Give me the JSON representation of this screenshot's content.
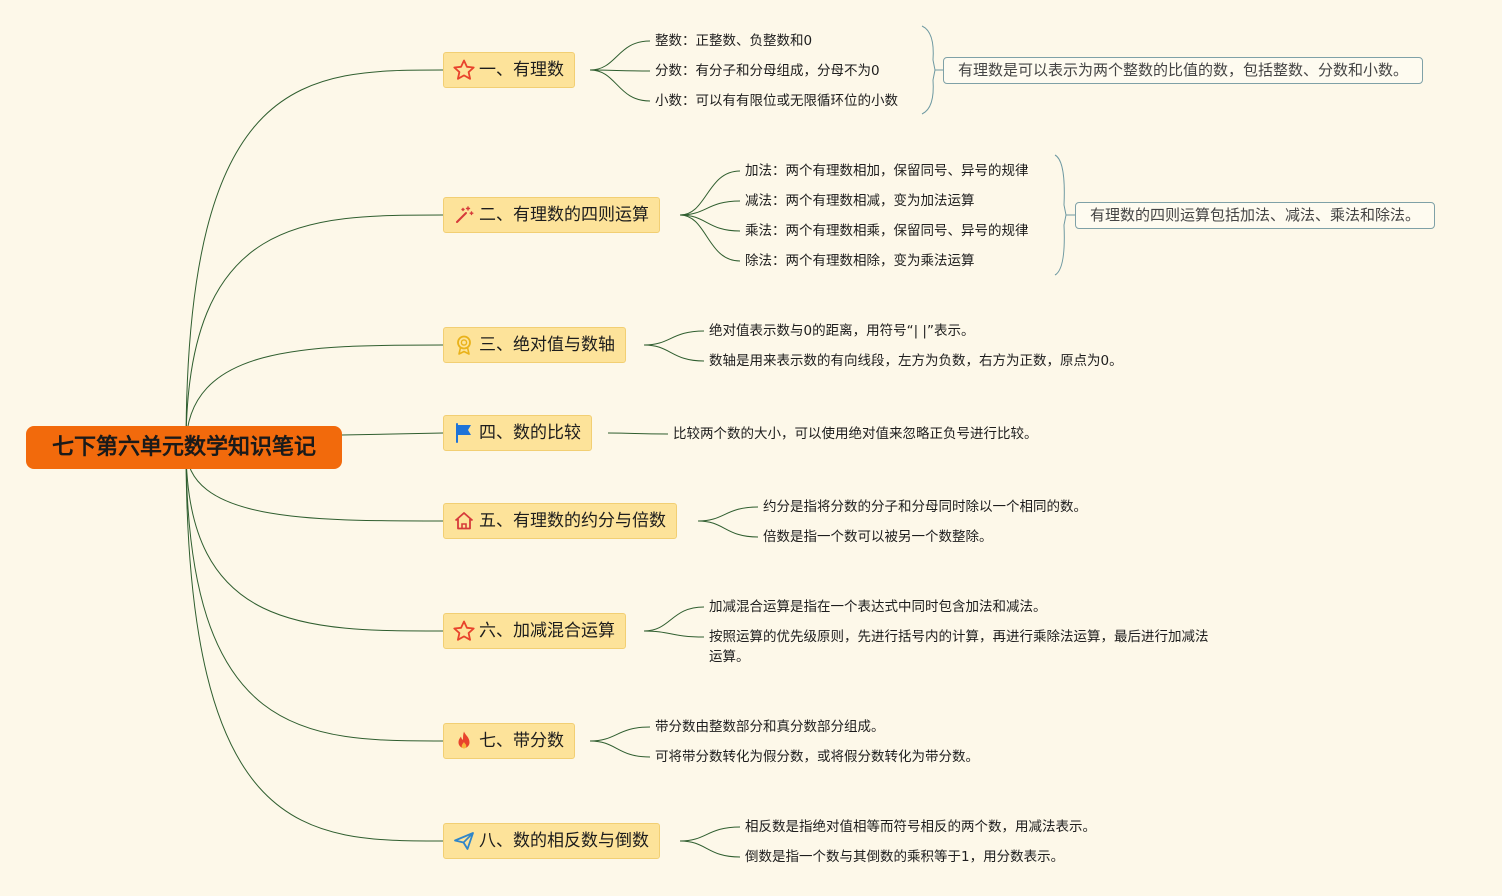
{
  "root": {
    "title": "七下第六单元数学知识笔记"
  },
  "branches": [
    {
      "label": "一、有理数",
      "icon": "star-icon",
      "items": [
        "整数：正整数、负整数和0",
        "分数：有分子和分母组成，分母不为0",
        "小数：可以有有限位或无限循环位的小数"
      ],
      "summary": "有理数是可以表示为两个整数的比值的数，包括整数、分数和小数。"
    },
    {
      "label": "二、有理数的四则运算",
      "icon": "magic-wand-icon",
      "items": [
        "加法：两个有理数相加，保留同号、异号的规律",
        "减法：两个有理数相减，变为加法运算",
        "乘法：两个有理数相乘，保留同号、异号的规律",
        "除法：两个有理数相除，变为乘法运算"
      ],
      "summary": "有理数的四则运算包括加法、减法、乘法和除法。"
    },
    {
      "label": "三、绝对值与数轴",
      "icon": "award-icon",
      "items": [
        "绝对值表示数与0的距离，用符号“| |”表示。",
        "数轴是用来表示数的有向线段，左方为负数，右方为正数，原点为0。"
      ]
    },
    {
      "label": "四、数的比较",
      "icon": "flag-icon",
      "items": [
        "比较两个数的大小，可以使用绝对值来忽略正负号进行比较。"
      ]
    },
    {
      "label": "五、有理数的约分与倍数",
      "icon": "home-icon",
      "items": [
        "约分是指将分数的分子和分母同时除以一个相同的数。",
        "倍数是指一个数可以被另一个数整除。"
      ]
    },
    {
      "label": "六、加减混合运算",
      "icon": "star-icon",
      "items": [
        "加减混合运算是指在一个表达式中同时包含加法和减法。",
        "按照运算的优先级原则，先进行括号内的计算，再进行乘除法运算，最后进行加减法运算。"
      ]
    },
    {
      "label": "七、带分数",
      "icon": "fire-icon",
      "items": [
        "带分数由整数部分和真分数部分组成。",
        "可将带分数转化为假分数，或将假分数转化为带分数。"
      ]
    },
    {
      "label": "八、数的相反数与倒数",
      "icon": "send-icon",
      "items": [
        "相反数是指绝对值相等而符号相反的两个数，用减法表示。",
        "倒数是指一个数与其倒数的乘积等于1，用分数表示。"
      ]
    }
  ],
  "colors": {
    "root": "#f26a0c",
    "branch_bg": "#fde39a",
    "line": "#2f5e2f",
    "background": "#fdf8e9"
  }
}
